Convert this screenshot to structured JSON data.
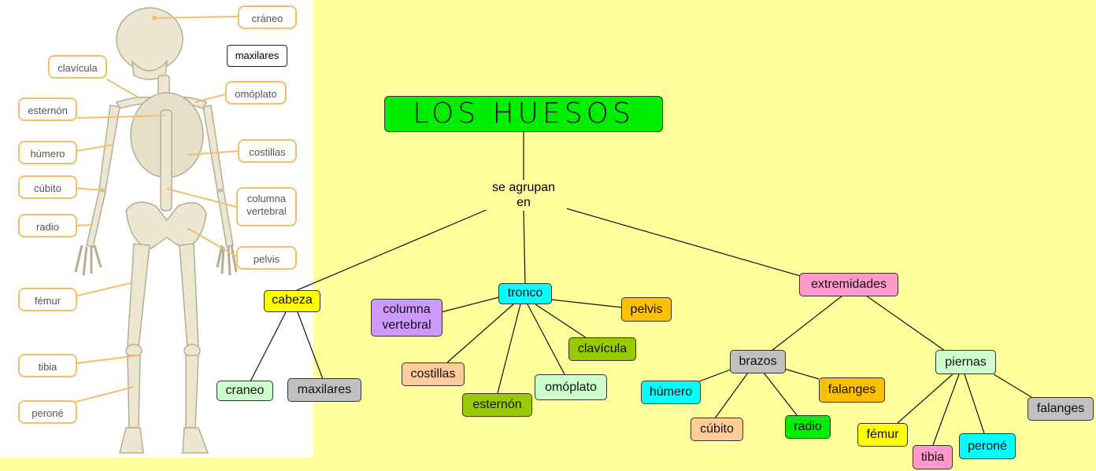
{
  "skeleton_labels": {
    "craneo": "cráneo",
    "maxilares": "maxilares",
    "clavicula": "clavícula",
    "omoplato": "omóplato",
    "esternon": "esternón",
    "costillas": "costillas",
    "humero": "húmero",
    "cubito": "cúbito",
    "columna_l1": "columna",
    "columna_l2": "vertebral",
    "radio": "radio",
    "pelvis": "pelvis",
    "femur": "fémur",
    "tibia": "tibia",
    "perone": "peroné"
  },
  "concept_map": {
    "title": "LOS HUESOS",
    "link_phrase_l1": "se agrupan",
    "link_phrase_l2": "en",
    "groups": {
      "cabeza": "cabeza",
      "tronco": "tronco",
      "extremidades": "extremidades"
    },
    "cabeza_bones": {
      "craneo": "craneo",
      "maxilares": "maxilares"
    },
    "tronco_bones": {
      "columna_l1": "columna",
      "columna_l2": "vertebral",
      "pelvis": "pelvis",
      "clavicula": "clavícula",
      "costillas": "costillas",
      "omoplato": "omóplato",
      "esternon": "esternón"
    },
    "extremidades_sub": {
      "brazos": "brazos",
      "piernas": "piernas"
    },
    "brazos_bones": {
      "humero": "húmero",
      "falanges": "falanges",
      "cubito": "cúbito",
      "radio": "radio"
    },
    "piernas_bones": {
      "falanges": "falanges",
      "femur": "fémur",
      "tibia": "tibia",
      "perone": "peroné"
    }
  },
  "colors": {
    "background": "#ffff9c",
    "title": "#00ee00",
    "cabeza": "#ffff00",
    "tronco": "#00ffff",
    "extremidades": "#ff99cc",
    "label_border": "#f2bf6a"
  }
}
